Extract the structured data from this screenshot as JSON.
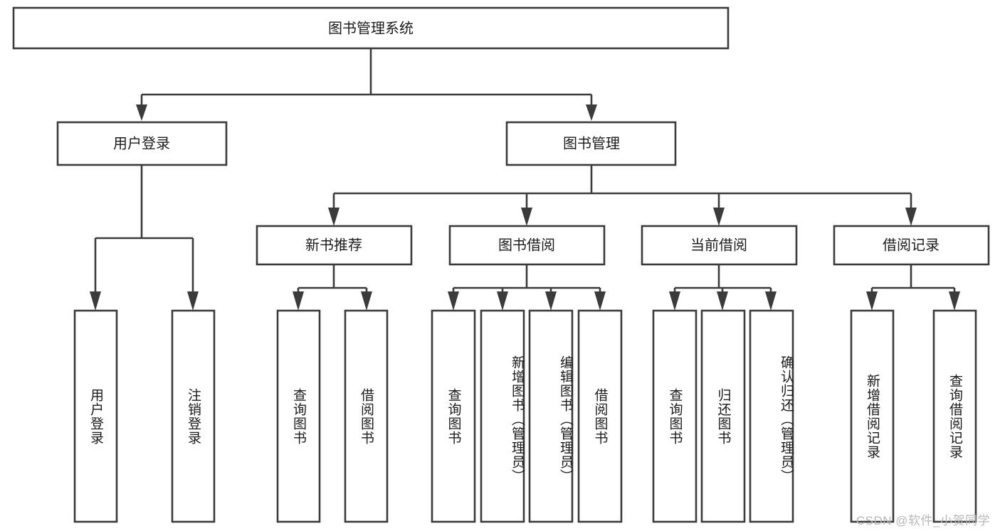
{
  "diagram": {
    "type": "tree-hierarchy",
    "title_node": {
      "label": "图书管理系统"
    },
    "level1": [
      {
        "label": "用户登录"
      },
      {
        "label": "图书管理"
      }
    ],
    "level2": [
      {
        "label": "新书推荐"
      },
      {
        "label": "图书借阅"
      },
      {
        "label": "当前借阅"
      },
      {
        "label": "借阅记录"
      }
    ],
    "leaves": {
      "user_login": [
        {
          "label": "用户登录"
        },
        {
          "label": "注销登录"
        }
      ],
      "new_book_recommend": [
        {
          "label": "查询图书"
        },
        {
          "label": "借阅图书"
        }
      ],
      "book_borrow": [
        {
          "label": "查询图书"
        },
        {
          "label": "新增图书（管理员）"
        },
        {
          "label": "编辑图书（管理员）"
        },
        {
          "label": "借阅图书"
        }
      ],
      "current_borrow": [
        {
          "label": "查询图书"
        },
        {
          "label": "归还图书"
        },
        {
          "label": "确认归还（管理员）"
        }
      ],
      "borrow_record": [
        {
          "label": "新增借阅记录"
        },
        {
          "label": "查询借阅记录"
        }
      ]
    }
  },
  "watermark": {
    "text": "CSDN @软件_小贺同学"
  },
  "colors": {
    "stroke": "#3b3b3b",
    "text": "#1b1b1b",
    "background": "#ffffff",
    "watermark": "#b8b8b8"
  }
}
